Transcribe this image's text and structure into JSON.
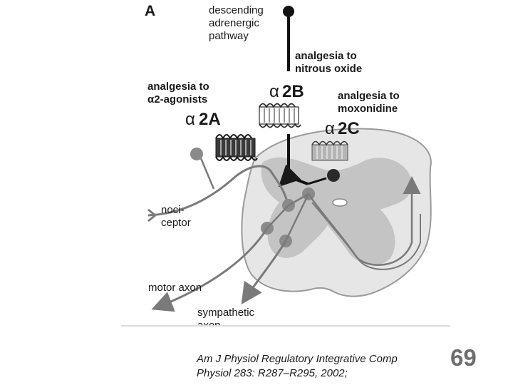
{
  "figure": {
    "panel_letter": "A",
    "descending": [
      "descending",
      "adrenergic",
      "pathway"
    ],
    "analgesia_nitrous": [
      "analgesia to",
      "nitrous oxide"
    ],
    "analgesia_agonists": [
      "analgesia to",
      "2-agonists"
    ],
    "analgesia_moxonidine": [
      "analgesia to",
      "moxonidine"
    ],
    "alpha_symbol": "α",
    "alpha_agonist_symbol": "α",
    "receptor_2a": "2A",
    "receptor_2b": "2B",
    "receptor_2c": "2C",
    "nociceptor": [
      "noci-",
      "ceptor"
    ],
    "motor_axon": "motor axon",
    "sympathetic_axon": [
      "sympathetic",
      "axon"
    ],
    "colors": {
      "receptor_2a_fill": "#3a3a3a",
      "receptor_2b_fill": "#ffffff",
      "receptor_2c_fill": "#b5b5b5",
      "spinal_outer": "#e6e6e6",
      "gray_matter": "#c4c4c4",
      "neuron_fill": "#8a8a8a"
    }
  },
  "citation": {
    "line1": "Am J Physiol Regulatory Integrative Comp",
    "line2": "Physiol 283: R287–R295, 2002;"
  },
  "page_number": "69"
}
